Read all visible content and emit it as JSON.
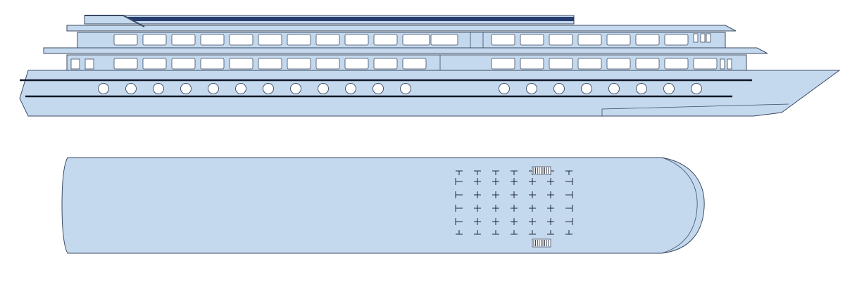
{
  "colors": {
    "hull_fill": "#c5d9ee",
    "outline": "#3b4a63",
    "stripe": "#0f1626",
    "window_fill": "#ffffff",
    "sun_deck_roof": "#273c70",
    "background": "#ffffff"
  },
  "views": [
    {
      "name": "side-elevation"
    },
    {
      "name": "sun-deck-plan"
    }
  ],
  "side_view": {
    "upper_deck_window_count": 19,
    "main_deck_window_count": 19,
    "porthole_count": 20,
    "hull_stripe_count": 2
  },
  "plan_view": {
    "table_grid_rows": 4,
    "table_grid_cols": 7,
    "stair_count": 2
  }
}
